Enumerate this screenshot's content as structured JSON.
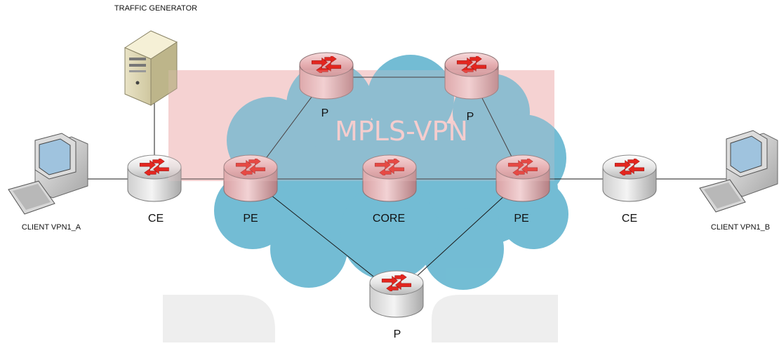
{
  "diagram": {
    "title": "MPLS-VPN",
    "traffic_generator_label": "TRAFFIC GENERATOR",
    "client_a_label": "CLIENT VPN1_A",
    "client_b_label": "CLIENT VPN1_B",
    "routers": {
      "ce_left": "CE",
      "pe_left": "PE",
      "p_top_left": "P",
      "p_top_right": "P",
      "core": "CORE",
      "pe_right": "PE",
      "ce_right": "CE",
      "p_bottom": "P"
    },
    "colors": {
      "cloud": "#6cb9d2",
      "router_core": "#e9b3b6",
      "router_edge": "#e8e8e8",
      "arrow": "#e3261f",
      "watermark": "#f3c7c7"
    }
  }
}
